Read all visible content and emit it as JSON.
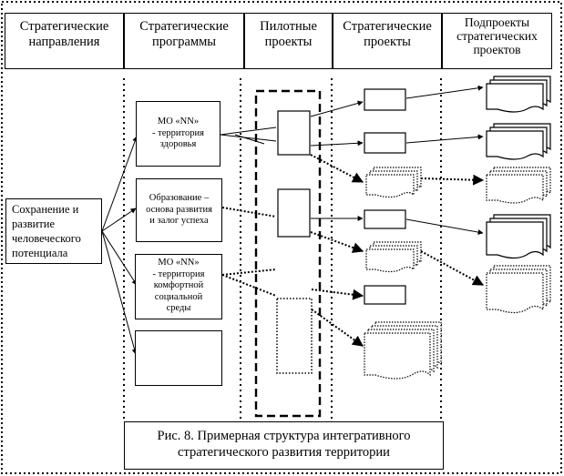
{
  "header": {
    "col1": "Стратегические\nнаправления",
    "col2": "Стратегические\nпрограммы",
    "col3": "Пилотные\nпроекты",
    "col4": "Стратегические\nпроекты",
    "col5": "Подпроекты\nстратегических\nпроектов"
  },
  "direction": {
    "label": "Сохранение и\nразвитие\nчеловеческого\nпотенциала"
  },
  "programs": {
    "p1": "МО «NN»\n- территория\nздоровья",
    "p2": "Образование –\nоснова развития\nи залог успеха",
    "p3": "МО «NN»\n- территория\nкомфортной\nсоциальной\nсреды",
    "p4": ""
  },
  "caption": {
    "line1": "Рис. 8. Примерная структура интегративного",
    "line2": "стратегического развития территории"
  }
}
